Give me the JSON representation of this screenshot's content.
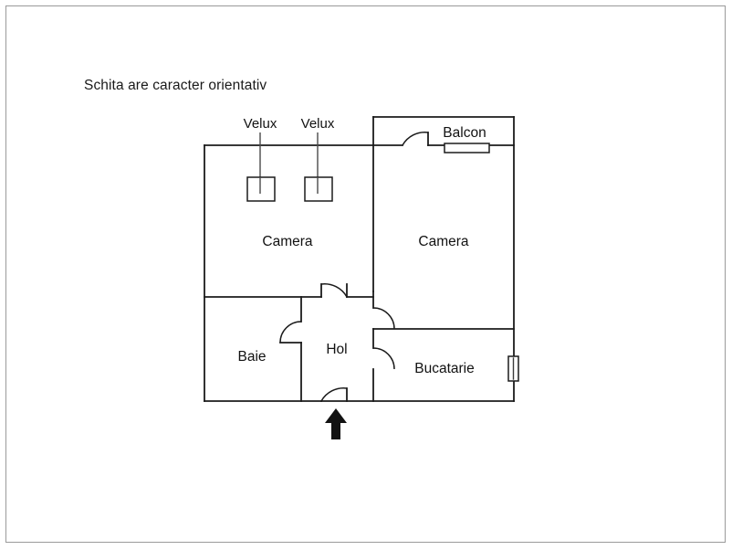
{
  "page": {
    "background_color": "#ffffff",
    "border_color": "#9a9a9a",
    "line_color": "#1b1b1b",
    "text_color": "#121212"
  },
  "title": {
    "text": "Schita are caracter orientativ"
  },
  "callouts": [
    {
      "id": "velux-left",
      "label": "Velux"
    },
    {
      "id": "velux-right",
      "label": "Velux"
    }
  ],
  "rooms": [
    {
      "id": "camera-left",
      "label": "Camera"
    },
    {
      "id": "camera-right",
      "label": "Camera"
    },
    {
      "id": "baie",
      "label": "Baie"
    },
    {
      "id": "hol",
      "label": "Hol"
    },
    {
      "id": "bucatarie",
      "label": "Bucatarie"
    }
  ],
  "features": [
    {
      "id": "balcon",
      "label": "Balcon"
    }
  ],
  "symbols": {
    "skylight_left": "skylight-square",
    "skylight_right": "skylight-square",
    "balcony_window": "window-rectangle",
    "kitchen_window": "window-rectangle-vertical",
    "entrance": "entrance-arrow-up"
  }
}
